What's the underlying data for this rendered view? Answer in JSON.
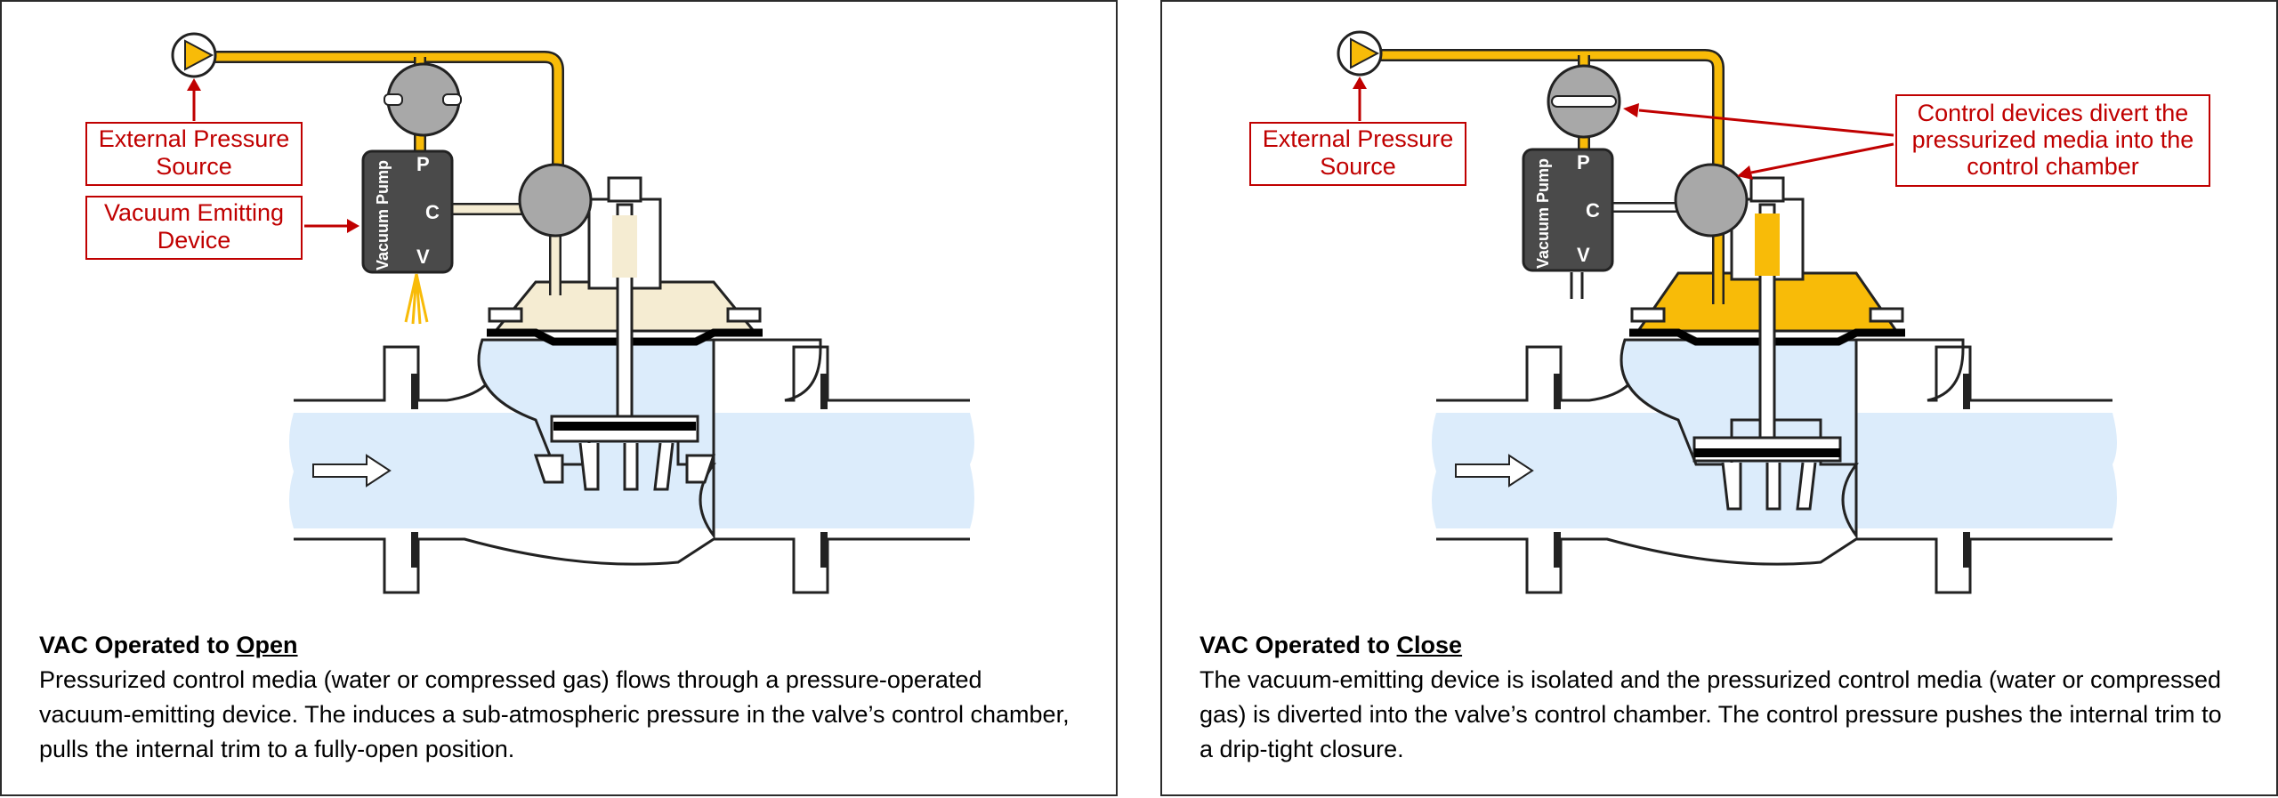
{
  "open_panel": {
    "title_prefix": "VAC Operated to ",
    "title_emphasis": "Open",
    "body": "Pressurized control media (water or compressed gas) flows through a pressure-operated vacuum-emitting device. The induces a sub-atmospheric pressure in the valve’s control chamber, pulls the internal trim to a fully-open position.",
    "labels": {
      "external_source": "External Pressure Source",
      "vacuum_device": "Vacuum Emitting Device"
    }
  },
  "close_panel": {
    "title_prefix": "VAC Operated to ",
    "title_emphasis": "Close",
    "body": "The vacuum-emitting device is isolated and the pressurized control media (water or compressed gas) is diverted into the valve’s control chamber. The control pressure pushes the internal trim to a drip-tight closure.",
    "labels": {
      "external_source": "External Pressure Source",
      "control_devices": "Control devices divert the pressurized media into the control chamber"
    }
  },
  "pump": {
    "name": "Vacuum Pump",
    "port_p": "P",
    "port_c": "C",
    "port_v": "V"
  },
  "colors": {
    "pressure_media": "#f8bb08",
    "vacuum_chamber": "#f5ecd2",
    "process_fluid": "#dcecfb",
    "callout_red": "#c00000",
    "pump_body": "#4a4a4a"
  }
}
